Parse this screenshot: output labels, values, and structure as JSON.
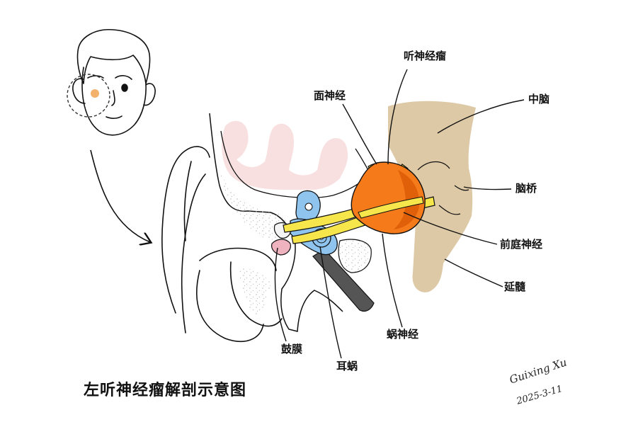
{
  "title": "左听神经瘤解剖示意图",
  "labels": {
    "acoustic_neuroma": "听神经瘤",
    "facial_nerve": "面神经",
    "midbrain": "中脑",
    "pons": "脑桥",
    "vestibular_nerve": "前庭神经",
    "medulla": "延髓",
    "cochlear_nerve": "蜗神经",
    "tympanic_membrane": "鼓膜",
    "cochlea": "耳蜗"
  },
  "signature": {
    "name": "Guixing Xu",
    "date": "2025-3-11"
  },
  "colors": {
    "tumor": "#F47A1A",
    "tumor_dark": "#E0600A",
    "nerve": "#F6E64B",
    "brainstem": "#DDC9A6",
    "inner_ear": "#8EC4EE",
    "eardrum": "#EFB3C0",
    "brain_tissue": "#F9E0E0",
    "marker": "#F2B26B",
    "canal": "#555555",
    "stroke": "#111111",
    "bone_stipple": "#BBBBBB"
  },
  "icons": {
    "face": "face-illustration",
    "zoom_circle": "dashed-zoom-circle",
    "arrow": "curved-arrow"
  }
}
